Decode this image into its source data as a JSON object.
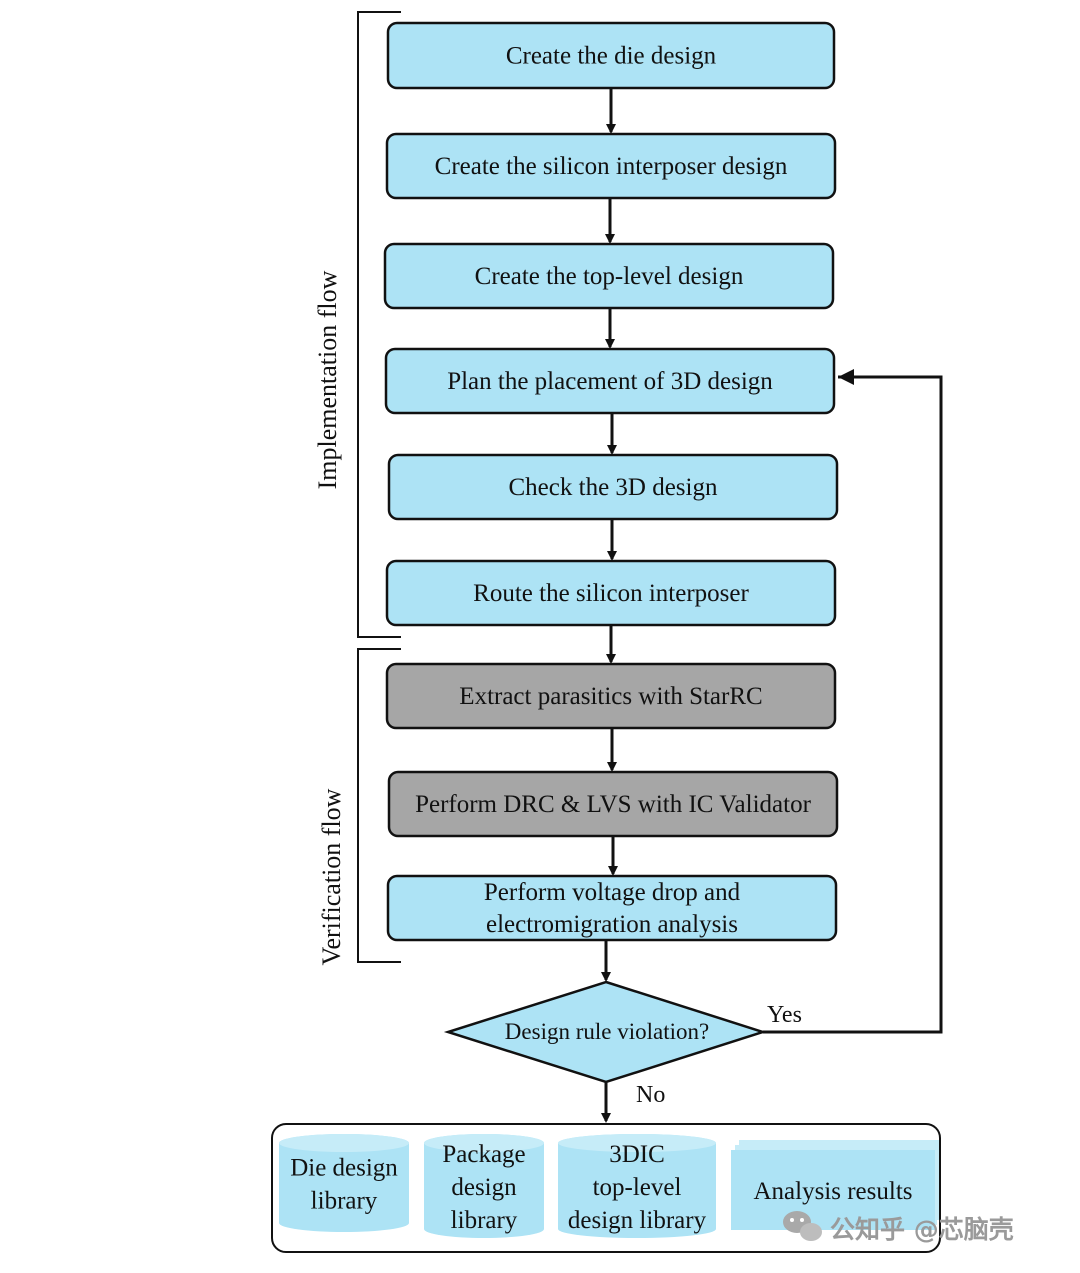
{
  "colors": {
    "process_fill": "#ade3f5",
    "tool_fill": "#a6a6a6",
    "stroke": "#111111",
    "watermark": "#9a9a9a"
  },
  "brackets": {
    "implementation": "Implementation flow",
    "verification": "Verification flow"
  },
  "steps": [
    {
      "id": "create-die",
      "lines": [
        "Create the die design"
      ],
      "kind": "process"
    },
    {
      "id": "create-interposer",
      "lines": [
        "Create the silicon interposer design"
      ],
      "kind": "process"
    },
    {
      "id": "create-top-level",
      "lines": [
        "Create the top-level design"
      ],
      "kind": "process"
    },
    {
      "id": "plan-placement",
      "lines": [
        "Plan the placement of 3D design"
      ],
      "kind": "process"
    },
    {
      "id": "check-3d",
      "lines": [
        "Check the 3D design"
      ],
      "kind": "process"
    },
    {
      "id": "route-interposer",
      "lines": [
        "Route the silicon interposer"
      ],
      "kind": "process"
    },
    {
      "id": "extract-parasitics",
      "lines": [
        "Extract parasitics with StarRC"
      ],
      "kind": "tool"
    },
    {
      "id": "drc-lvs",
      "lines": [
        "Perform DRC & LVS with IC Validator"
      ],
      "kind": "tool"
    },
    {
      "id": "voltage-drop",
      "lines": [
        "Perform voltage drop and",
        "electromigration analysis"
      ],
      "kind": "process"
    }
  ],
  "decision": {
    "label": "Design rule violation?",
    "yes_label": "Yes",
    "no_label": "No"
  },
  "outputs": [
    {
      "id": "die-design-library",
      "lines": [
        "Die design",
        "library"
      ],
      "shape": "cylinder"
    },
    {
      "id": "package-design-library",
      "lines": [
        "Package",
        "design",
        "library"
      ],
      "shape": "cylinder"
    },
    {
      "id": "3dic-top-level-library",
      "lines": [
        "3DIC",
        "top-level",
        "design library"
      ],
      "shape": "cylinder"
    },
    {
      "id": "analysis-results",
      "lines": [
        "Analysis results"
      ],
      "shape": "document-stack"
    }
  ],
  "watermark": {
    "icon": "wechat-icon",
    "text": "公知乎 @芯脑壳"
  }
}
